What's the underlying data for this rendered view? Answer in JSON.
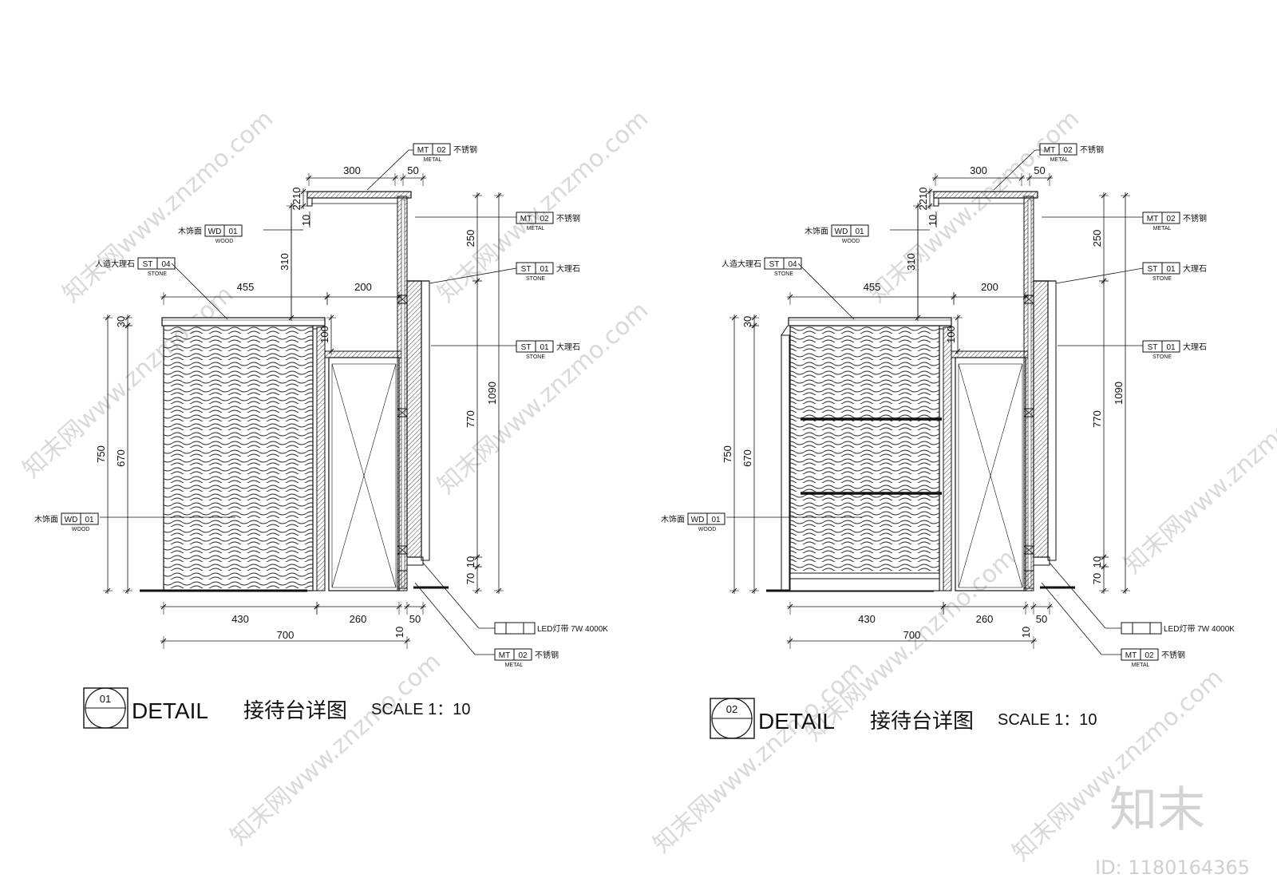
{
  "drawings": [
    {
      "number": "01",
      "detail": "DETAIL",
      "title": "接待台详图",
      "scale": "SCALE  1：10",
      "dims": {
        "top_300": "300",
        "top_50": "50",
        "d2210": "2210",
        "d10": "10",
        "d455": "455",
        "d200": "200",
        "d310": "310",
        "d250": "250",
        "d100": "100",
        "d30": "30",
        "d750": "750",
        "d670": "670",
        "d1090": "1090",
        "d770": "770",
        "b10": "10",
        "b70": "70",
        "b430": "430",
        "b260": "260",
        "b10b": "10",
        "b50": "50",
        "b700": "700"
      },
      "tags": [
        {
          "code": "MT",
          "num": "02",
          "cn": "不锈钢",
          "en": "METAL"
        },
        {
          "code": "MT",
          "num": "02",
          "cn": "不锈钢",
          "en": "METAL"
        },
        {
          "code": "WD",
          "num": "01",
          "cn": "木饰面",
          "en": "WOOD"
        },
        {
          "code": "ST",
          "num": "04",
          "cn": "人造大理石",
          "en": "STONE"
        },
        {
          "code": "ST",
          "num": "01",
          "cn": "大理石",
          "en": "STONE"
        },
        {
          "code": "ST",
          "num": "01",
          "cn": "大理石",
          "en": "STONE"
        },
        {
          "code": "WD",
          "num": "01",
          "cn": "木饰面",
          "en": "WOOD"
        },
        {
          "code": "",
          "num": "",
          "cn": "LED灯带 7W 4000K",
          "en": ""
        },
        {
          "code": "MT",
          "num": "02",
          "cn": "不锈钢",
          "en": "METAL"
        }
      ]
    },
    {
      "number": "02",
      "detail": "DETAIL",
      "title": "接待台详图",
      "scale": "SCALE  1：10",
      "dims": {
        "top_300": "300",
        "top_50": "50",
        "d2210": "2210",
        "d10": "10",
        "d455": "455",
        "d200": "200",
        "d310": "310",
        "d250": "250",
        "d100": "100",
        "d30": "30",
        "d750": "750",
        "d670": "670",
        "d1090": "1090",
        "d770": "770",
        "b10": "10",
        "b70": "70",
        "b430": "430",
        "b260": "260",
        "b10b": "10",
        "b50": "50",
        "b700": "700"
      },
      "tags": [
        {
          "code": "MT",
          "num": "02",
          "cn": "不锈钢",
          "en": "METAL"
        },
        {
          "code": "MT",
          "num": "02",
          "cn": "不锈钢",
          "en": "METAL"
        },
        {
          "code": "WD",
          "num": "01",
          "cn": "木饰面",
          "en": "WOOD"
        },
        {
          "code": "ST",
          "num": "04",
          "cn": "人造大理石",
          "en": "STONE"
        },
        {
          "code": "ST",
          "num": "01",
          "cn": "大理石",
          "en": "STONE"
        },
        {
          "code": "ST",
          "num": "01",
          "cn": "大理石",
          "en": "STONE"
        },
        {
          "code": "WD",
          "num": "01",
          "cn": "木饰面",
          "en": "WOOD"
        },
        {
          "code": "",
          "num": "",
          "cn": "LED灯带 7W 4000K",
          "en": ""
        },
        {
          "code": "MT",
          "num": "02",
          "cn": "不锈钢",
          "en": "METAL"
        }
      ]
    }
  ],
  "watermark": {
    "site": "知末网www.znzmo.com",
    "logo": "知末",
    "id": "ID: 1180164365"
  },
  "colors": {
    "line": "#111111",
    "watermark": "#d9d9d9"
  }
}
